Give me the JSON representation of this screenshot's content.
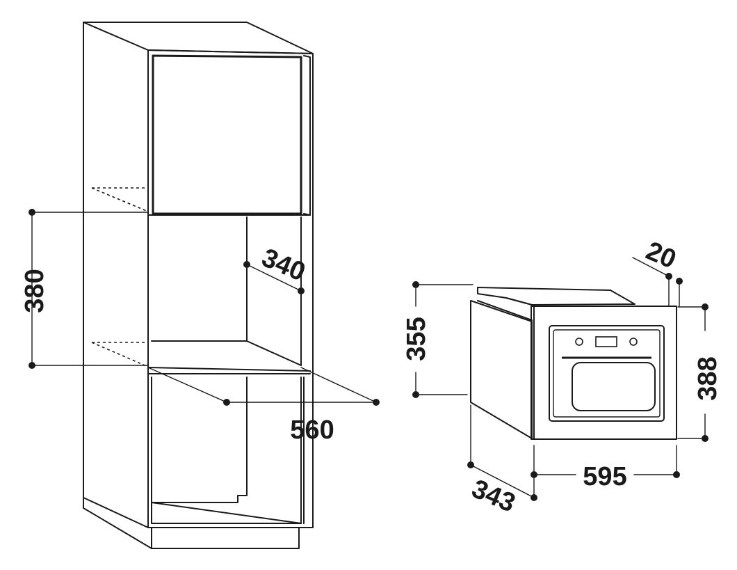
{
  "dimensions": {
    "niche_height": "380",
    "niche_depth": "340",
    "niche_width": "560",
    "device_front_gap": "20",
    "device_body_height": "355",
    "device_front_height": "388",
    "device_front_width": "595",
    "device_body_depth": "343"
  }
}
